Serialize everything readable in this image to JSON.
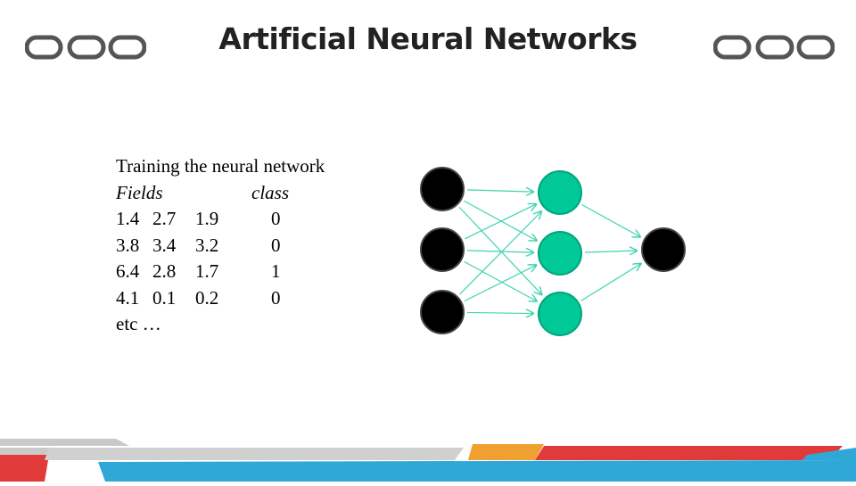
{
  "title": "Artificial Neural Networks",
  "training": {
    "heading": "Training the neural network",
    "fields_label": "Fields",
    "class_label": "class",
    "rows": [
      {
        "f1": "1.4",
        "f2": "2.7",
        "f3": "1.9",
        "cls": "0"
      },
      {
        "f1": "3.8",
        "f2": "3.4",
        "f3": "3.2",
        "cls": "0"
      },
      {
        "f1": "6.4",
        "f2": "2.8",
        "f3": "1.7",
        "cls": "1"
      },
      {
        "f1": "4.1",
        "f2": "0.1",
        "f3": "0.2",
        "cls": "0"
      }
    ],
    "etc": "etc …"
  },
  "network": {
    "input_nodes": 3,
    "hidden_nodes": 3,
    "output_nodes": 1,
    "input_color": "#000000",
    "hidden_color": "#00c896",
    "output_color": "#000000",
    "edge_color": "#3fd4b0"
  },
  "colors": {
    "oval_stroke": "#555555",
    "footer_gray": "#c9c9c9",
    "footer_red": "#e03a3a",
    "footer_orange": "#f0a030",
    "footer_blue": "#2fa8d8"
  }
}
